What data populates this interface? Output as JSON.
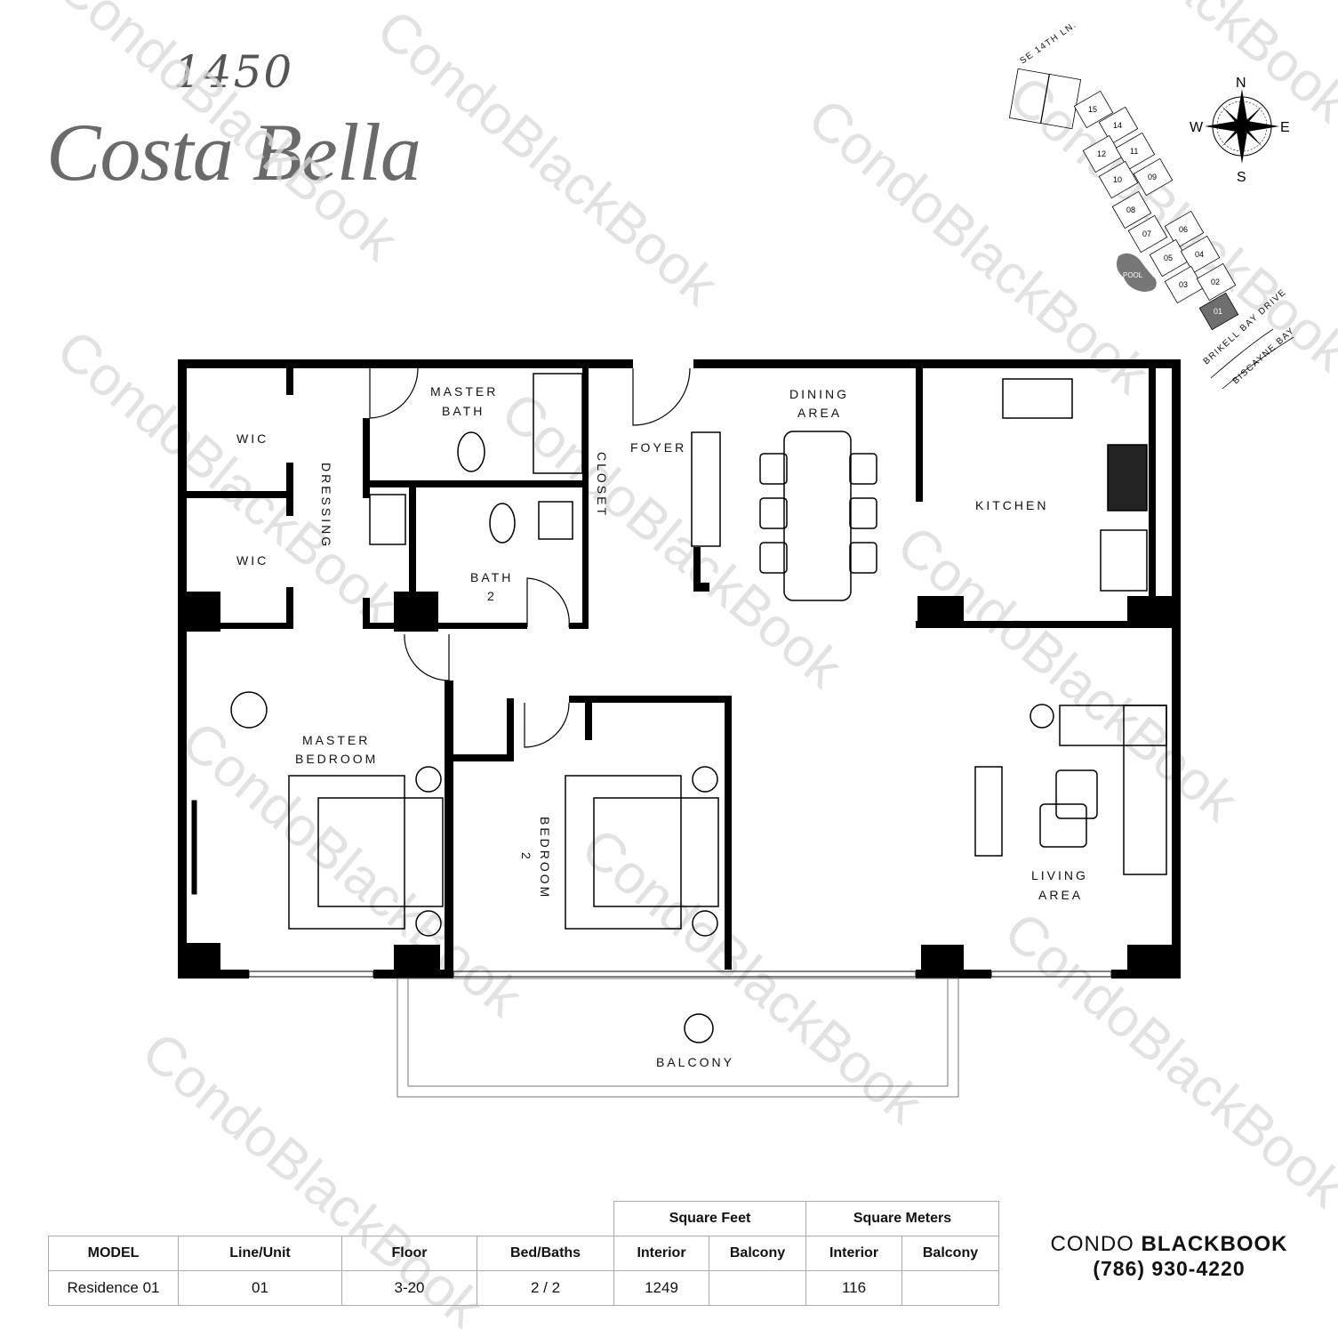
{
  "logo": {
    "number": "1450",
    "name": "Costa Bella"
  },
  "watermark": "CondoBlackBook",
  "rooms": {
    "wic_1": "WIC",
    "wic_2": "WIC",
    "dressing": "DRESSING",
    "master_bath_1": "MASTER",
    "master_bath_2": "BATH",
    "closet": "CLOSET",
    "foyer": "FOYER",
    "dining_1": "DINING",
    "dining_2": "AREA",
    "kitchen": "KITCHEN",
    "bath2_1": "BATH",
    "bath2_2": "2",
    "master_bedroom_1": "MASTER",
    "master_bedroom_2": "BEDROOM",
    "bedroom2_1": "BEDROOM",
    "bedroom2_2": "2",
    "living_1": "LIVING",
    "living_2": "AREA",
    "balcony": "BALCONY"
  },
  "site_plan": {
    "street_top": "SE 14TH LN.",
    "street_bottom": "BRIKELL BAY DRIVE",
    "water": "BISCAYNE BAY",
    "pool": "POOL",
    "units": [
      "15",
      "14",
      "12",
      "11",
      "10",
      "09",
      "08",
      "07",
      "06",
      "05",
      "04",
      "03",
      "02",
      "01"
    ],
    "highlighted_unit": "01",
    "highlight_color": "#6e6e6e",
    "compass": {
      "n": "N",
      "s": "S",
      "e": "E",
      "w": "W"
    }
  },
  "table": {
    "group_headers": [
      "Square Feet",
      "Square Meters"
    ],
    "headers": [
      "MODEL",
      "Line/Unit",
      "Floor",
      "Bed/Baths",
      "Interior",
      "Balcony",
      "Interior",
      "Balcony"
    ],
    "row": [
      "Residence 01",
      "01",
      "3-20",
      "2 / 2",
      "1249",
      "",
      "116",
      ""
    ]
  },
  "brand": {
    "name_light": "CONDO ",
    "name_bold": "BLACKBOOK",
    "phone": "(786) 930-4220"
  }
}
